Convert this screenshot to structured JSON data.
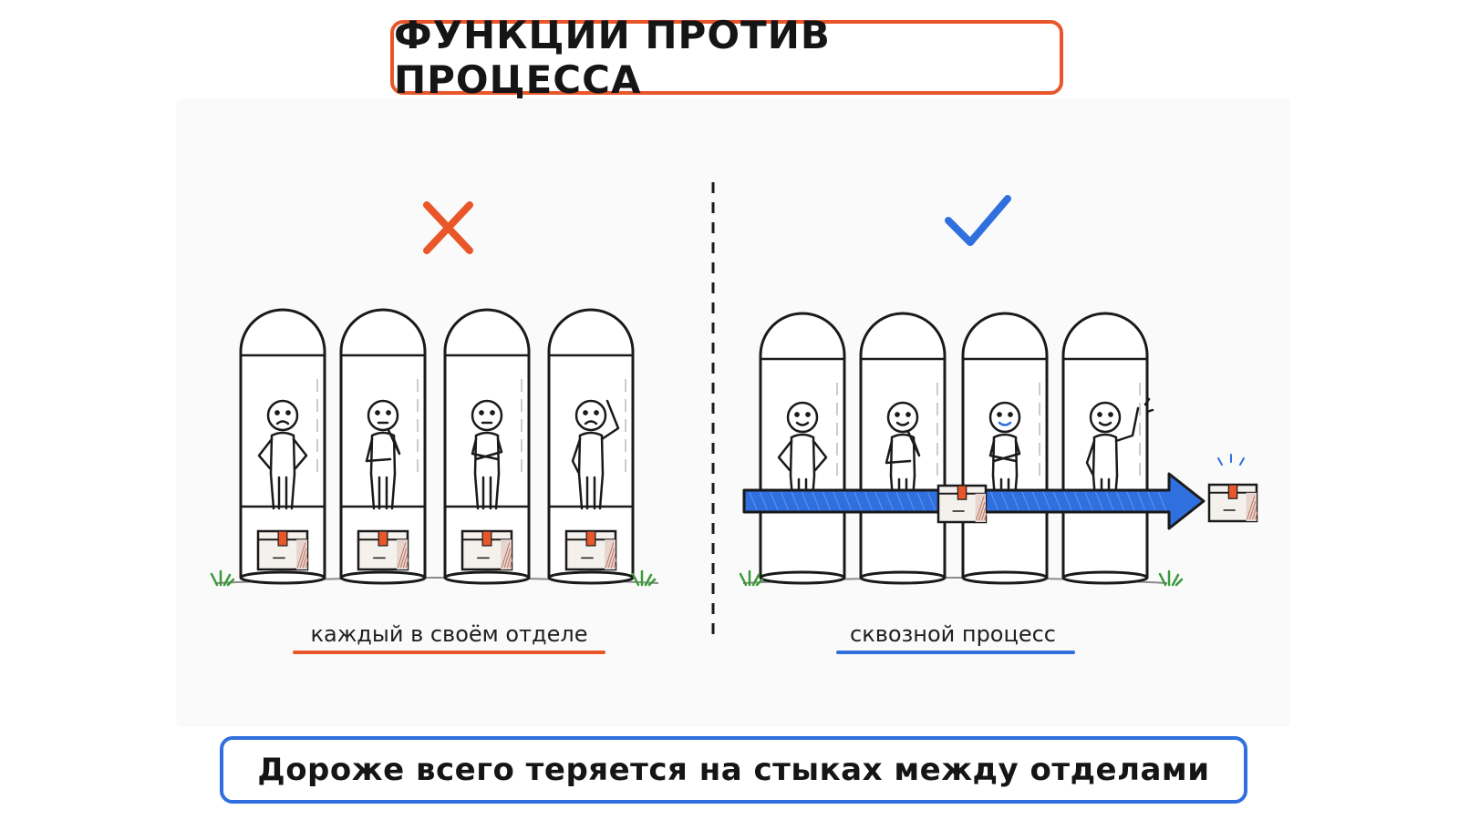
{
  "header": {
    "title": "ФУНКЦИИ ПРОТИВ ПРОЦЕССА"
  },
  "left_panel": {
    "icon": "cross-icon",
    "caption": "каждый в своём отделе",
    "accent_color": "#e8562a",
    "silos": [
      {
        "person_pose": "hands-on-hips",
        "mood": "frown"
      },
      {
        "person_pose": "hand-on-chin",
        "mood": "thinking"
      },
      {
        "person_pose": "arms-crossed",
        "mood": "neutral"
      },
      {
        "person_pose": "scratching-head",
        "mood": "confused"
      }
    ]
  },
  "right_panel": {
    "icon": "checkmark-icon",
    "caption": "сквозной процесс",
    "accent_color": "#2f6fde",
    "silos": [
      {
        "person_pose": "hands-on-hips",
        "mood": "smile"
      },
      {
        "person_pose": "hand-on-chin",
        "mood": "smile"
      },
      {
        "person_pose": "arms-crossed",
        "mood": "smile"
      },
      {
        "person_pose": "waving",
        "mood": "smile"
      }
    ]
  },
  "footer": {
    "message": "Дороже всего теряется на стыках между отделами"
  },
  "colors": {
    "accent_orange": "#e8562a",
    "accent_blue": "#2f6fde",
    "box": "#f4f1ec",
    "tape": "#e8562a"
  }
}
